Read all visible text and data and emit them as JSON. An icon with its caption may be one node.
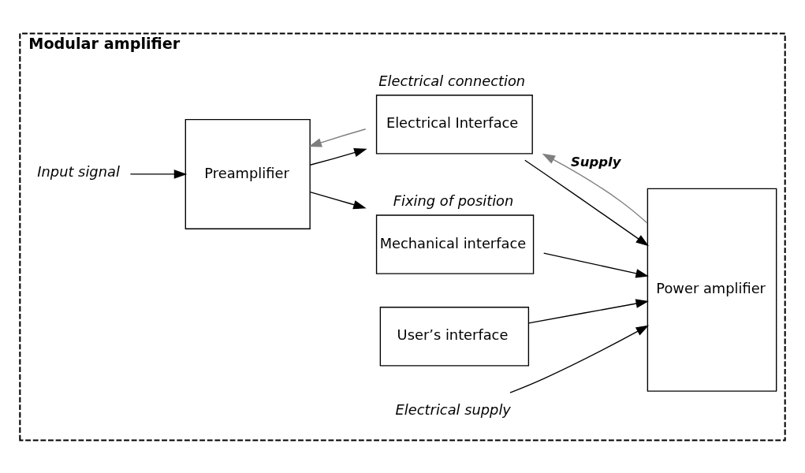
{
  "diagram": {
    "nodes": [
      {
        "text": [
          "Modular amplifier"
        ]
      },
      {
        "text": [
          "Input signal"
        ],
        "in": 0
      },
      {
        "text": [
          "Preamplifier"
        ],
        "in": 0
      },
      {
        "text": [
          "Mechanical interface"
        ],
        "in": 0,
        "beside": [
          "Fixing of position"
        ]
      },
      {
        "text": [
          "Electrical Interface"
        ],
        "in": 0,
        "beside": [
          "Electrical connection"
        ]
      },
      {
        "text": [
          "User’s interface"
        ],
        "in": 0
      },
      {
        "text": [
          "Power amplifier"
        ],
        "in": 0
      },
      {
        "text": [
          "Electrical supply"
        ],
        "in": 0
      }
    ],
    "edges": [
      {
        "from": 1,
        "to": 2,
        "arrow": "to"
      },
      {
        "from": 2,
        "to": 3,
        "arrow": "to"
      },
      {
        "from": 2,
        "to": 4,
        "arrow": "to"
      },
      {
        "from": 3,
        "to": 6,
        "arrow": "to"
      },
      {
        "from": 4,
        "to": 6,
        "arrow": "to"
      },
      {
        "from": 4,
        "to": 2,
        "arrow": "to",
        "color": "#7f7f7f"
      },
      {
        "from": 6,
        "to": 4,
        "arrow": "to",
        "label": "Supply",
        "color": "#7f7f7f"
      },
      {
        "from": 5,
        "to": 6,
        "arrow": "to"
      },
      {
        "from": 7,
        "to": 6,
        "arrow": "to"
      }
    ]
  }
}
